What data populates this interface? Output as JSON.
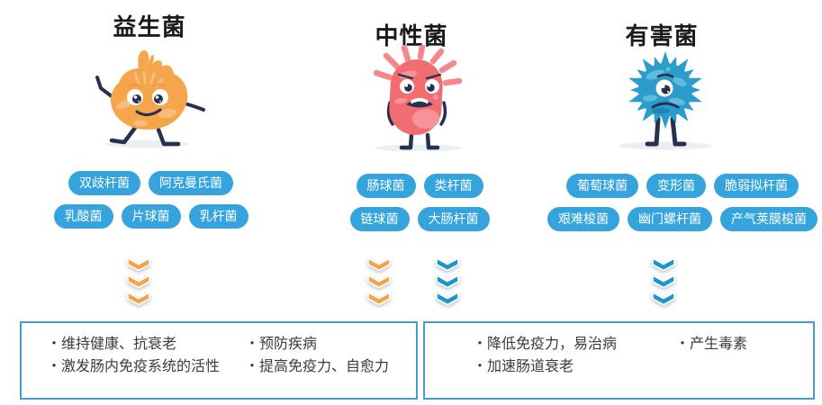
{
  "columns": [
    {
      "title": "益生菌",
      "mascot": "orange-happy-bacteria",
      "pill_rows": [
        [
          "双歧杆菌",
          "阿克曼氏菌"
        ],
        [
          "乳酸菌",
          "片球菌",
          "乳杆菌"
        ]
      ]
    },
    {
      "title": "中性菌",
      "mascot": "pink-worried-bacteria",
      "pill_rows": [
        [
          "肠球菌",
          "类杆菌"
        ],
        [
          "链球菌",
          "大肠杆菌"
        ]
      ]
    },
    {
      "title": "有害菌",
      "mascot": "blue-angry-bacteria",
      "pill_rows": [
        [
          "葡萄球菌",
          "变形菌",
          "脆弱拟杆菌"
        ],
        [
          "艰难梭菌",
          "幽门螺杆菌",
          "产气荚膜梭菌"
        ]
      ]
    }
  ],
  "boxes": [
    {
      "name": "probiotic-effects",
      "col1": [
        "・维持健康、抗衰老",
        "・激发肠内免疫系统的活性"
      ],
      "col2": [
        "・预防疾病",
        "・提高免疫力、自愈力"
      ]
    },
    {
      "name": "harmful-effects",
      "col1": [
        "・降低免疫力，易治病",
        "・加速肠道衰老"
      ],
      "col2": [
        "・产生毒素"
      ]
    }
  ],
  "colors": {
    "pill_blue": "#35A3DC",
    "chevron_orange": "#F5A24B",
    "chevron_blue": "#1C96C6",
    "probiotic_body": "#F5A54A",
    "probiotic_body_light": "#F7BD7E",
    "neutral_body": "#F26D72",
    "neutral_body_light": "#F6939A",
    "harmful_body": "#2C9DCB",
    "harmful_body_light": "#5EBBDD",
    "limb_navy": "#27304F",
    "box_border": "#4D9BC9",
    "title_text": "#1B1B1B"
  }
}
